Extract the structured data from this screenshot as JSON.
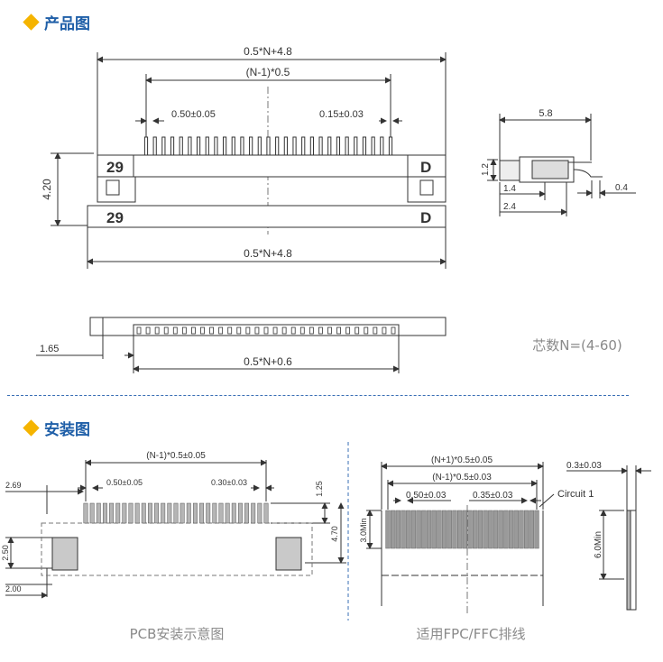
{
  "sections": {
    "product": {
      "title": "产品图"
    },
    "install": {
      "title": "安装图"
    }
  },
  "product": {
    "top_overall_width": "0.5*N+4.8",
    "pin_span": "(N-1)*0.5",
    "pitch": "0.50±0.05",
    "pin_width": "0.15±0.03",
    "height": "4.20",
    "marker_left": "29",
    "marker_right": "D",
    "base_overall_width": "0.5*N+4.8",
    "side_width": "5.8",
    "side_height": "1.2",
    "side_dim_a": "1.4",
    "side_dim_b": "2.4",
    "side_dim_c": "0.4",
    "bottom_offset": "1.65",
    "bottom_width": "0.5*N+0.6",
    "pin_count_note": "芯数N=(4-60)"
  },
  "pcb": {
    "span": "(N-1)*0.5±0.05",
    "pitch": "0.50±0.05",
    "pad_width": "0.30±0.03",
    "dim_2_69": "2.69",
    "dim_1_25": "1.25",
    "dim_4_70": "4.70",
    "dim_2_50": "2.50",
    "dim_2_00": "2.00",
    "caption": "PCB安装示意图"
  },
  "ffc": {
    "overall": "(N+1)*0.5±0.05",
    "span": "(N-1)*0.5±0.03",
    "pitch": "0.50±0.03",
    "width": "0.35±0.03",
    "circuit": "Circuit 1",
    "min_len_a": "3.0Min",
    "thickness": "0.3±0.03",
    "min_len_b": "6.0Min",
    "caption": "适用FPC/FFC排线"
  },
  "colors": {
    "accent": "#1f5fa8",
    "diamond": "#f5b400"
  }
}
